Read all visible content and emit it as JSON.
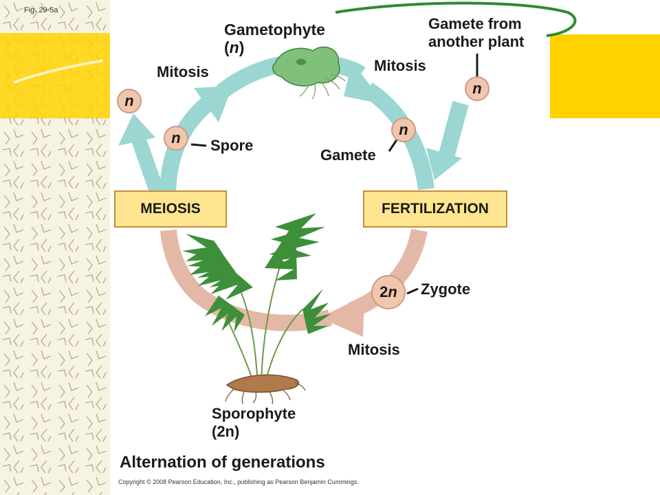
{
  "fig_label": "Fig. 29-5a",
  "labels": {
    "gametophyte_line1": "Gametophyte",
    "gametophyte_line2_pre": "(",
    "gametophyte_line2_n": "n",
    "gametophyte_line2_post": ")",
    "mitosis_left": "Mitosis",
    "mitosis_right": "Mitosis",
    "mitosis_bottom": "Mitosis",
    "gamete_other_line1": "Gamete from",
    "gamete_other_line2": "another plant",
    "spore": "Spore",
    "gamete": "Gamete",
    "zygote": "Zygote",
    "sporophyte_line1": "Sporophyte",
    "sporophyte_line2": "(2n)",
    "title": "Alternation of generations"
  },
  "boxes": {
    "meiosis": "MEIOSIS",
    "fertilization": "FERTILIZATION"
  },
  "circles": {
    "n_outer_left": "n",
    "n_spore": "n",
    "n_gamete": "n",
    "n_other_plant": "n",
    "zygote_value": "2n"
  },
  "copyright": "Copyright © 2008 Pearson Education, Inc., publishing as Pearson Benjamin Cummings.",
  "colors": {
    "haploid_arrow": "#9bd6d2",
    "diploid_arrow": "#e4b8a6",
    "box_fill": "#fde68f",
    "box_border": "#c98a3a",
    "circle_fill": "#f0c6ad",
    "accent_yellow": "#ffd200"
  }
}
